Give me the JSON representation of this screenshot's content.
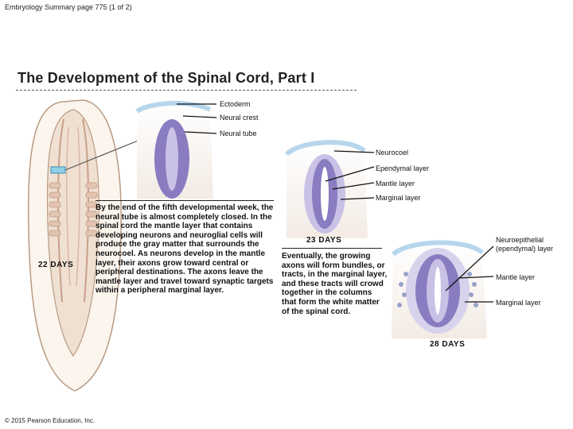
{
  "header": "Embryology Summary page 775 (1 of 2)",
  "title": "The Development of the Spinal Cord, Part I",
  "labels": {
    "ectoderm": "Ectoderm",
    "neural_crest": "Neural crest",
    "neural_tube": "Neural tube",
    "neurocoel": "Neurocoel",
    "ependymal_layer": "Ependymal layer",
    "mantle_layer_1": "Mantle layer",
    "marginal_layer_1": "Marginal layer",
    "neuroepithelial_layer": "Neuroepithelial (ependymal) layer",
    "mantle_layer_2": "Mantle layer",
    "marginal_layer_2": "Marginal layer"
  },
  "stages": {
    "day22": "22 DAYS",
    "day23": "23 DAYS",
    "day28": "28 DAYS"
  },
  "paragraphs": {
    "fifth_week": "By the end of the fifth developmental week, the neural tube is almost completely closed. In the spinal cord the mantle layer that contains developing neurons and neuroglial cells will produce the gray matter that surrounds the neurocoel. As neurons develop in the mantle layer, their axons grow toward central or peripheral destinations. The axons leave the mantle layer and travel toward synaptic targets within a peripheral marginal layer.",
    "growing_axons": "Eventually, the growing axons will form bundles, or tracts, in the marginal layer, and these tracts will crowd together in the columns that form the white matter of the spinal cord."
  },
  "copyright": "© 2015 Pearson Education, Inc.",
  "colors": {
    "ectoderm": "#d5e7f4",
    "tube_purple": "#8a7cc0",
    "tube_light": "#c9c1e6",
    "embryo": "#efe0d2",
    "embryo_outline": "#b89a82"
  }
}
